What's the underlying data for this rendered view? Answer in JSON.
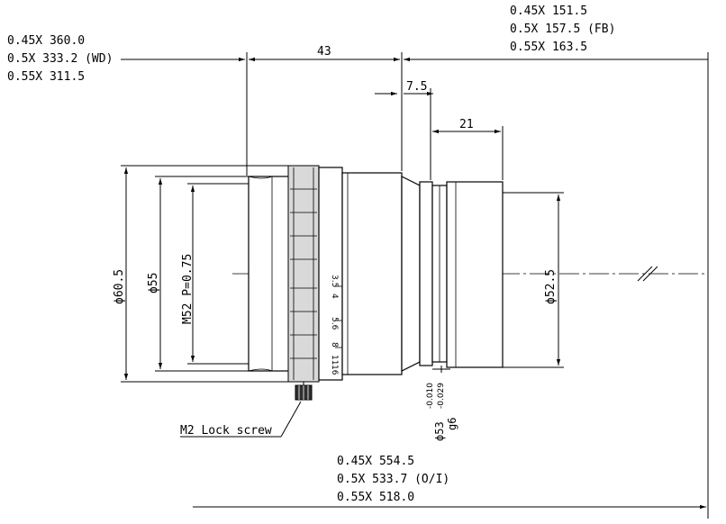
{
  "wd_block": {
    "line1": "0.45X 360.0",
    "line2": "0.5X  333.2 (WD)",
    "line3": "0.55X 311.5"
  },
  "fb_block": {
    "line1": "0.45X 151.5",
    "line2": "0.5X  157.5 (FB)",
    "line3": "0.55X 163.5"
  },
  "oi_block": {
    "line1": "0.45X 554.5",
    "line2": "0.5X  533.7 (O/I)",
    "line3": "0.55X 518.0"
  },
  "dims": {
    "length_43": "43",
    "length_7_5": "7.5",
    "length_21": "21",
    "dia_60_5": "ϕ60.5",
    "dia_55": "ϕ55",
    "thread": "M52 P=0.75",
    "dia_52_5": "ϕ52.5",
    "dia_53": "ϕ53",
    "tol_upper": "-0.010",
    "tol_lower": "-0.029",
    "fit": "g6"
  },
  "lock_screw_label": "M2 Lock screw",
  "f_scale": [
    "3.5",
    "4",
    "5.6",
    "8",
    "11",
    "16"
  ]
}
